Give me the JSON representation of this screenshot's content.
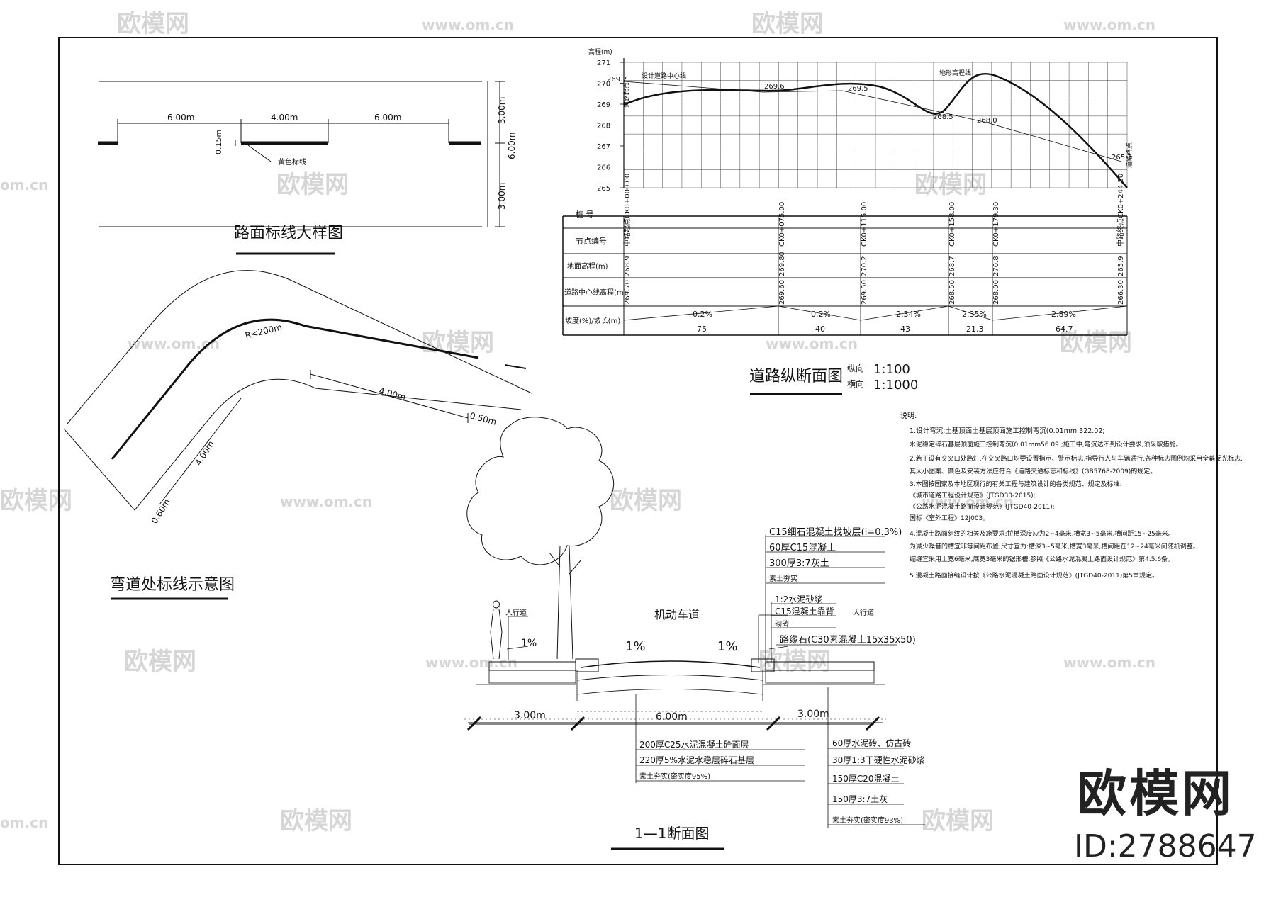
{
  "watermarks": {
    "brand": "欧模网",
    "site": "www.om.cn",
    "domain_short": "om.cn"
  },
  "brand_block": {
    "name": "欧模网",
    "id": "ID:2788647"
  },
  "marking_detail": {
    "title": "路面标线大样图",
    "dims": [
      "6.00m",
      "4.00m",
      "6.00m"
    ],
    "line_width": "0.15m",
    "right_dims": [
      "3.00m",
      "6.00m",
      "3.00m"
    ],
    "note": "黄色标线"
  },
  "curve_marking": {
    "title": "弯道处标线示意图",
    "radius": "R<200m",
    "dims": [
      "4.00m",
      "0.50m",
      "4.00m",
      "0.60m"
    ]
  },
  "profile": {
    "title": "道路纵断面图",
    "scale_v_label": "纵向",
    "scale_v": "1:100",
    "scale_h_label": "横向",
    "scale_h": "1:1000",
    "y_axis_label": "高程(m)",
    "y_ticks": [
      "271",
      "270",
      "269",
      "268",
      "267",
      "266",
      "265"
    ],
    "annotations": [
      "设计道路中心线",
      "地形高程线",
      "道路起点",
      "道路终点"
    ],
    "design_labels": [
      "269.7",
      "269.6",
      "269.5",
      "268.5",
      "268.0",
      "265.3"
    ],
    "row_labels": [
      "桩   号",
      "节点编号",
      "地面高程(m)",
      "道路中心线高程(m)",
      "坡度(%)/坡长(m)"
    ],
    "stations": [
      "中路起点CK0+000.00",
      "CK0+075.00",
      "CK0+115.00",
      "CK0+158.00",
      "CK0+179.30",
      "中路终点CK0+244.50"
    ],
    "ground": [
      "268.9",
      "269.80",
      "270.2",
      "268.7",
      "270.8",
      "265.9"
    ],
    "design": [
      "269.70",
      "269.60",
      "269.50",
      "268.50",
      "268.00",
      "266.30"
    ],
    "grades": [
      "0.2%",
      "0.2%",
      "2.34%",
      "2.35%",
      "2.89%"
    ],
    "lengths": [
      "75",
      "40",
      "43",
      "21.3",
      "64.7"
    ]
  },
  "notes": {
    "heading": "说明:",
    "lines": [
      "1.设计弯沉:土基顶面土基层顶面施工控制弯沉(0.01mm  322.02;",
      "  水泥稳定碎石基层顶面施工控制弯沉(0.01mm56.09 ;施工中,弯沉达不到设计要求,须采取措施。",
      "2.若于设有交叉口处路灯,在交叉路口均要设置指示、警示标志,指导行人与车辆通行,各种标志图例均采用全幕反光标志,",
      "  其大小图案、颜色及安装方法应符合《道路交通标志和标线》(GB5768-2009)的规定。",
      "3.本图按国家及本地区现行的有关工程与建筑设计的各类规范、规定及标准:",
      "  《城市道路工程设计规范》(JTGD30-2015);",
      "  《公路水泥混凝土路面设计规范》(JTGD40-2011);",
      "  国标《室外工程》12J003。",
      "4.混凝土路面刻纹的相关及施要求:拉槽深度应为2~4毫米,槽宽3~5毫米,槽间距15~25毫米。",
      "  为减少噪音的槽宜非等间距布置,尺寸宜为:槽深3~5毫米,槽宽3毫米,槽间距在12~24毫米间随机调整。",
      "  缩缝宜采用上宽6毫米,底宽3毫米的锯形槽,参照《公路水泥混凝土路面设计规范》第4.5.6条。",
      "5.混凝土路面接缝设计按《公路水泥混凝土路面设计规范》(JTGD40-2011)第5章规定。"
    ]
  },
  "section": {
    "title": "1—1断面图",
    "carriageway": "机动车道",
    "sidewalk_l": "人行道",
    "sidewalk_r": "人行道",
    "slopes": [
      "1%",
      "1%",
      "1%"
    ],
    "dims": [
      "3.00m",
      "6.00m",
      "3.00m"
    ],
    "curb_layers": [
      "C15细石混凝土找坡层(i=0.3%)",
      "60厚C15混凝土",
      "300厚3:7灰土",
      "素土夯实"
    ],
    "curb_layers2": [
      "1:2水泥砂浆",
      "C15混凝土靠背",
      "砌砖"
    ],
    "curb_stone": "路缘石(C30素混凝土15x35x50)",
    "road_layers": [
      "200厚C25水泥混凝土砼面层",
      "220厚5%水泥水稳层碎石基层",
      "素土夯实(密实度95%)"
    ],
    "walk_layers": [
      "60厚水泥砖、仿古砖",
      "30厚1:3干硬性水泥砂浆",
      "150厚C20混凝土",
      "150厚3:7土灰",
      "素土夯实(密实度93%)"
    ]
  }
}
